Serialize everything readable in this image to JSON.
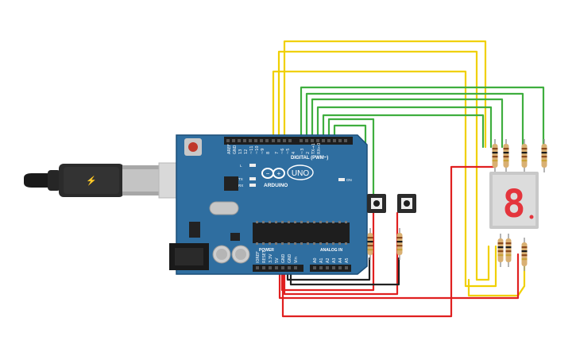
{
  "board": {
    "brand": "ARDUINO",
    "model": "UNO",
    "digital_header_label": "DIGITAL (PWM~)",
    "power_header_label": "POWER",
    "analog_header_label": "ANALOG IN",
    "on_label": "ON",
    "tx_label": "TX",
    "rx_label": "RX",
    "l_label": "L",
    "digital_pins": [
      "AREF",
      "GND",
      "13",
      "12",
      "~11",
      "~10",
      "~9",
      "8",
      "7",
      "~6",
      "~5",
      "4",
      "~3",
      "2",
      "TX→1",
      "RX←0"
    ],
    "power_pins": [
      "IOREF",
      "RESET",
      "3.3V",
      "5V",
      "GND",
      "GND",
      "Vin"
    ],
    "analog_pins": [
      "A0",
      "A1",
      "A2",
      "A3",
      "A4",
      "A5"
    ]
  },
  "display": {
    "digit": "8"
  },
  "colors": {
    "board_blue": "#2f6ea0",
    "board_dark": "#1c4f78",
    "wire_yellow": "#f0d000",
    "wire_green": "#3fae3f",
    "wire_red": "#e02020",
    "wire_black": "#222222",
    "display_red": "#e4353d"
  },
  "icons": [
    "usb-cable-icon",
    "push-button-icon",
    "resistor-icon",
    "seven-segment-display-icon"
  ]
}
